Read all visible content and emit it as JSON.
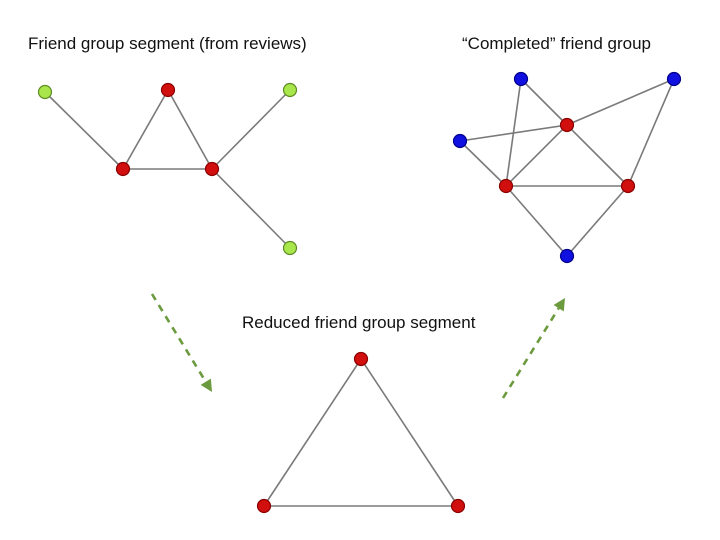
{
  "labels": {
    "segment": "Friend group segment (from reviews)",
    "completed": "“Completed” friend group",
    "reduced": "Reduced friend group segment"
  },
  "colors": {
    "core_node": "#d10f0f",
    "core_stroke": "#8a0000",
    "leaf_node": "#a8e64c",
    "leaf_stroke": "#5f8c22",
    "added_node": "#1010e0",
    "added_stroke": "#00008a",
    "edge": "#7a7a7a",
    "arrow": "#6c9a3e"
  },
  "graphs": [
    {
      "id": "segment",
      "nodes": [
        {
          "id": "l1",
          "kind": "leaf"
        },
        {
          "id": "c_top",
          "kind": "core"
        },
        {
          "id": "l2",
          "kind": "leaf"
        },
        {
          "id": "c_left",
          "kind": "core"
        },
        {
          "id": "c_right",
          "kind": "core"
        },
        {
          "id": "l3",
          "kind": "leaf"
        }
      ],
      "edges": [
        [
          "l1",
          "c_left"
        ],
        [
          "c_top",
          "c_left"
        ],
        [
          "c_top",
          "c_right"
        ],
        [
          "c_left",
          "c_right"
        ],
        [
          "l2",
          "c_right"
        ],
        [
          "c_right",
          "l3"
        ]
      ]
    },
    {
      "id": "completed",
      "nodes": [
        {
          "id": "b1",
          "kind": "added"
        },
        {
          "id": "b2",
          "kind": "added"
        },
        {
          "id": "b3",
          "kind": "added"
        },
        {
          "id": "r_top",
          "kind": "core"
        },
        {
          "id": "r_left",
          "kind": "core"
        },
        {
          "id": "r_right",
          "kind": "core"
        },
        {
          "id": "b4",
          "kind": "added"
        }
      ],
      "edges": [
        [
          "b1",
          "r_top"
        ],
        [
          "b1",
          "r_left"
        ],
        [
          "b2",
          "r_top"
        ],
        [
          "b2",
          "r_right"
        ],
        [
          "b3",
          "r_top"
        ],
        [
          "b3",
          "r_left"
        ],
        [
          "r_top",
          "r_left"
        ],
        [
          "r_top",
          "r_right"
        ],
        [
          "r_left",
          "r_right"
        ],
        [
          "r_left",
          "b4"
        ],
        [
          "r_right",
          "b4"
        ]
      ]
    },
    {
      "id": "reduced",
      "nodes": [
        {
          "id": "t_top",
          "kind": "core"
        },
        {
          "id": "t_left",
          "kind": "core"
        },
        {
          "id": "t_right",
          "kind": "core"
        }
      ],
      "edges": [
        [
          "t_top",
          "t_left"
        ],
        [
          "t_top",
          "t_right"
        ],
        [
          "t_left",
          "t_right"
        ]
      ]
    }
  ],
  "arrows": [
    {
      "id": "to-reduced",
      "from": "segment",
      "to": "reduced"
    },
    {
      "id": "to-completed",
      "from": "reduced",
      "to": "completed"
    }
  ]
}
